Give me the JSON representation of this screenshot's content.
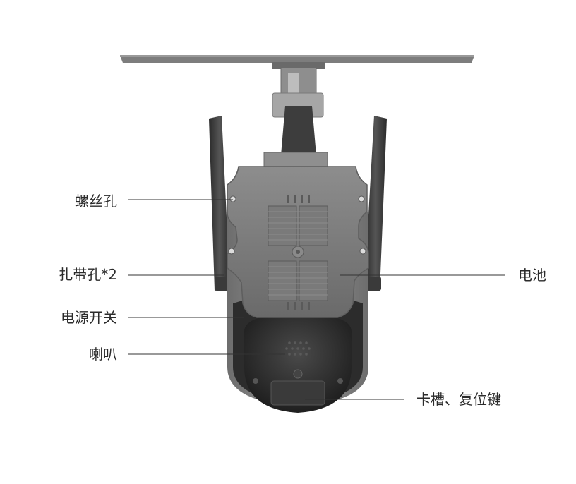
{
  "labels": {
    "screw_hole": "螺丝孔",
    "strap_holes": "扎带孔*2",
    "power_switch": "电源开关",
    "speaker": "喇叭",
    "battery": "电池",
    "card_slot_reset": "卡槽、复位键"
  },
  "colors": {
    "panel": "#7c7c7c",
    "panel_edge": "#5e5e5e",
    "housing": "#8a8a8a",
    "antenna": "#3a3a3a",
    "dome": "#2f2f2f",
    "leader_line": "#333333"
  }
}
